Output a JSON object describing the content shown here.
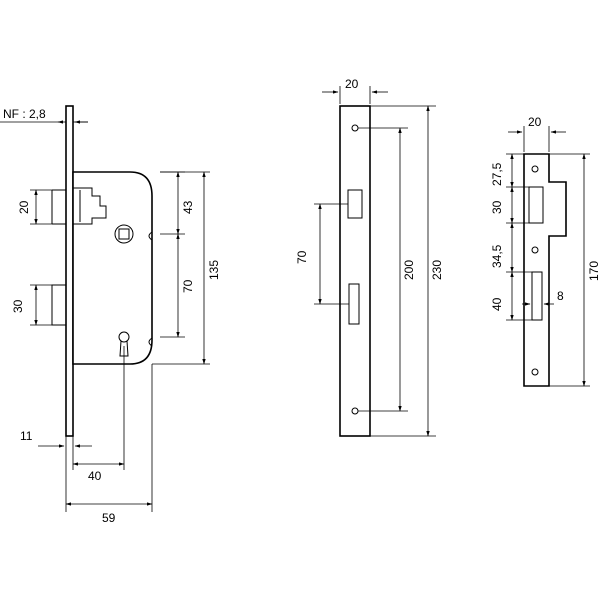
{
  "lock_body": {
    "nf_label": "NF : 2,8",
    "dim_20": "20",
    "dim_30": "30",
    "dim_43": "43",
    "dim_70": "70",
    "dim_135": "135",
    "dim_11": "11",
    "dim_40": "40",
    "dim_59": "59"
  },
  "faceplate": {
    "dim_20": "20",
    "dim_70": "70",
    "dim_200": "200",
    "dim_230": "230"
  },
  "strike_plate": {
    "dim_20": "20",
    "dim_27_5": "27,5",
    "dim_30": "30",
    "dim_34_5": "34,5",
    "dim_40": "40",
    "dim_8": "8",
    "dim_170": "170"
  }
}
